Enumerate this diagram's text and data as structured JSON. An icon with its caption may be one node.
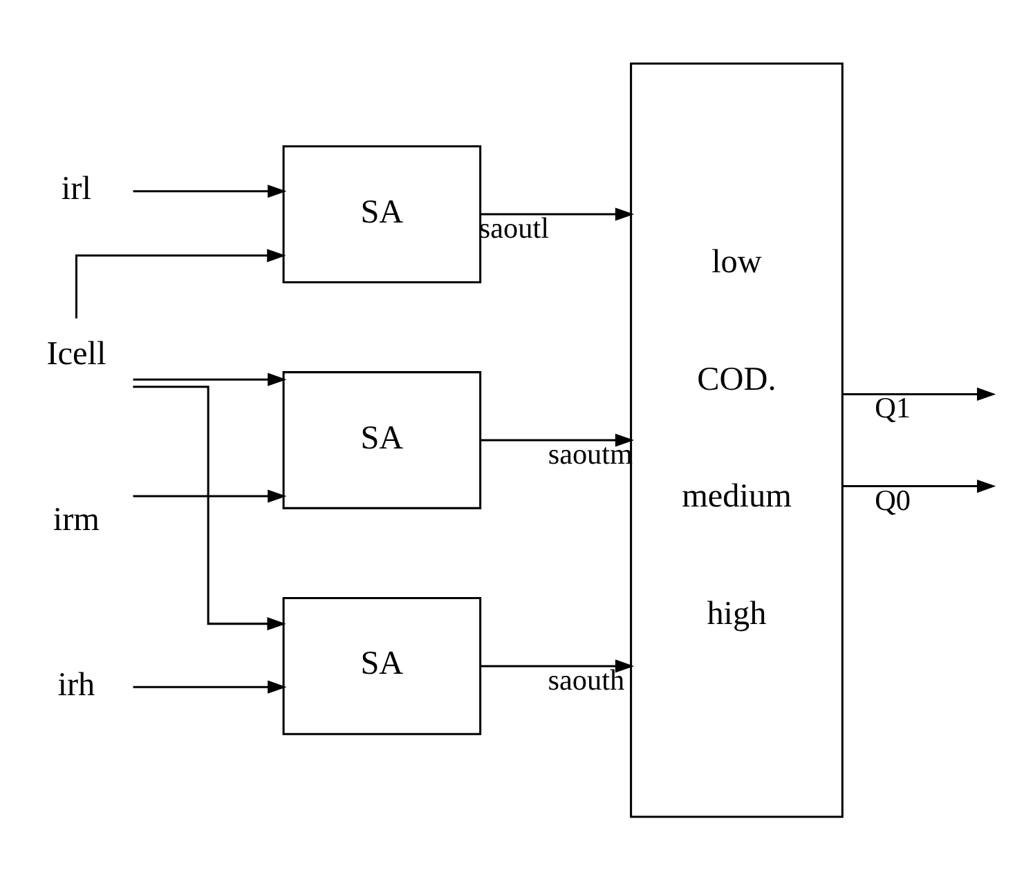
{
  "diagram": {
    "nodes": [
      {
        "text": [
          "SA"
        ]
      },
      {
        "text": [
          "SA"
        ]
      },
      {
        "text": [
          "SA"
        ]
      },
      {
        "text": [
          "low",
          "COD.",
          "medium",
          "high"
        ]
      },
      {
        "text": [
          "Icell"
        ]
      },
      {
        "text": [
          "irl"
        ]
      },
      {
        "text": [
          "irm"
        ]
      },
      {
        "text": [
          "irh"
        ]
      }
    ],
    "edges": [
      {
        "from": 4,
        "to": 0,
        "arrow": "to"
      },
      {
        "from": 4,
        "to": 1,
        "arrow": "to"
      },
      {
        "from": 4,
        "to": 2,
        "arrow": "to"
      },
      {
        "from": 5,
        "to": 0,
        "arrow": "to"
      },
      {
        "from": 6,
        "to": 1,
        "arrow": "to"
      },
      {
        "from": 7,
        "to": 2,
        "arrow": "to"
      },
      {
        "from": 0,
        "to": 3,
        "arrow": "to",
        "label": "saoutl"
      },
      {
        "from": 1,
        "to": 3,
        "arrow": "to",
        "label": "saoutm"
      },
      {
        "from": 2,
        "to": 3,
        "arrow": "to",
        "label": "saouth"
      },
      {
        "from": 3,
        "to": null,
        "arrow": "to",
        "label": "Q1"
      },
      {
        "from": 3,
        "to": null,
        "arrow": "to",
        "label": "Q0"
      }
    ]
  }
}
